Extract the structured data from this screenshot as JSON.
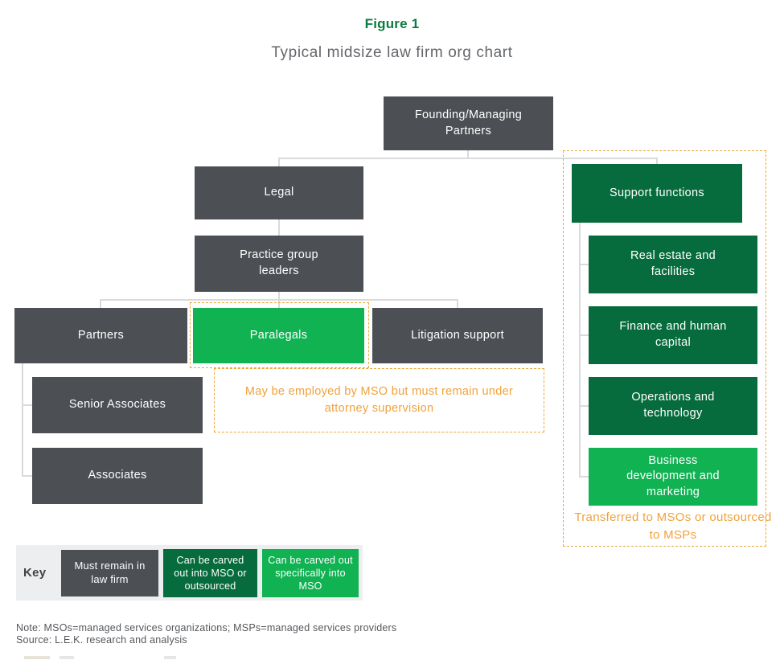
{
  "figure": {
    "label": "Figure 1",
    "title": "Typical midsize law firm org chart"
  },
  "colors": {
    "dark_gray": "#4C5055",
    "dark_green": "#076C3D",
    "bright_green": "#10B252",
    "orange_annotation": "#F0A23B",
    "figure_label_green": "#0A7C3F",
    "subtitle_gray": "#63666A",
    "connector_gray": "#D8DADB",
    "key_background": "#EDEEEF"
  },
  "org": {
    "founding": {
      "label": "Founding/Managing Partners",
      "style": "dark-gray"
    },
    "legal": {
      "label": "Legal",
      "style": "dark-gray"
    },
    "pgl": {
      "label": "Practice group leaders",
      "style": "dark-gray"
    },
    "partners": {
      "label": "Partners",
      "style": "dark-gray"
    },
    "paralegals": {
      "label": "Paralegals",
      "style": "bright-green"
    },
    "litigation": {
      "label": "Litigation support",
      "style": "dark-gray"
    },
    "senior": {
      "label": "Senior Associates",
      "style": "dark-gray"
    },
    "associates": {
      "label": "Associates",
      "style": "dark-gray"
    },
    "support": {
      "label": "Support functions",
      "style": "dark-green"
    },
    "realestate": {
      "label": "Real estate and facilities",
      "style": "dark-green"
    },
    "finance": {
      "label": "Finance and human capital",
      "style": "dark-green"
    },
    "operations": {
      "label": "Operations and technology",
      "style": "dark-green"
    },
    "bizdev": {
      "label": "Business development and marketing",
      "style": "bright-green"
    }
  },
  "annotations": {
    "paralegals_note": "May be employed by MSO but must remain under attorney supervision",
    "support_note": "Transferred to MSOs or outsourced to MSPs"
  },
  "key": {
    "label": "Key",
    "items": [
      {
        "label": "Must remain in law firm",
        "style": "dark-gray"
      },
      {
        "label": "Can be carved out into MSO or outsourced",
        "style": "dark-green"
      },
      {
        "label": "Can be carved out specifically into MSO",
        "style": "bright-green"
      }
    ]
  },
  "footnotes": {
    "note": "Note: MSOs=managed services organizations; MSPs=managed services providers",
    "source": "Source: L.E.K. research and analysis"
  }
}
